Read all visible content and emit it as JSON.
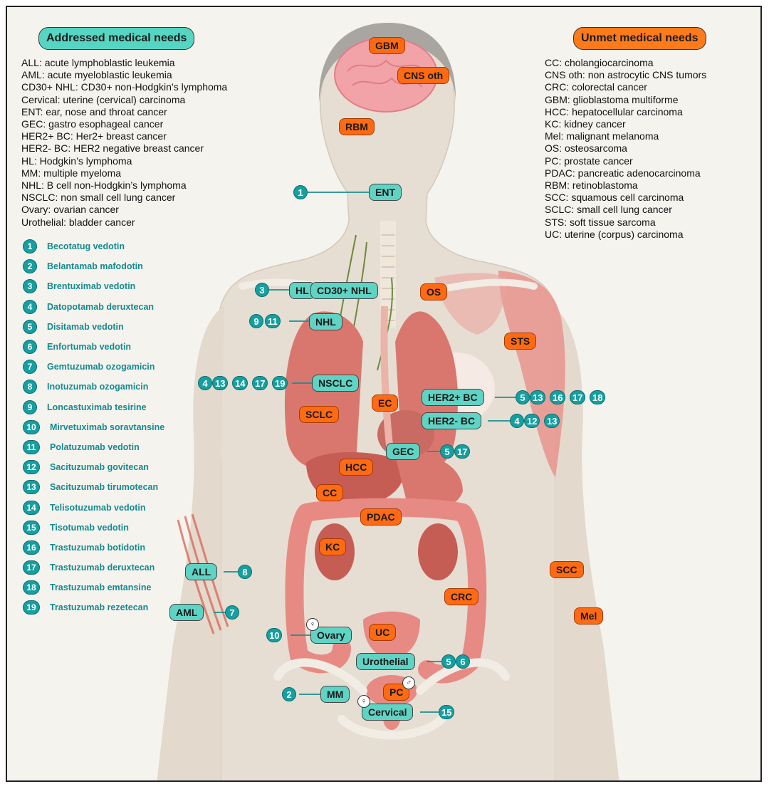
{
  "headers": {
    "addressed": "Addressed medical needs",
    "unmet": "Unmet medical needs"
  },
  "addressed_abbreviations": [
    "ALL: acute lymphoblastic leukemia",
    "AML: acute myeloblastic leukemia",
    "CD30+ NHL: CD30+ non-Hodgkin’s lymphoma",
    "Cervical: uterine (cervical) carcinoma",
    "ENT: ear, nose and throat cancer",
    "GEC: gastro esophageal cancer",
    "HER2+ BC: Her2+ breast cancer",
    "HER2- BC: HER2 negative breast cancer",
    "HL: Hodgkin’s lymphoma",
    "MM: multiple myeloma",
    "NHL: B cell non-Hodgkin’s lymphoma",
    "NSCLC: non small cell lung cancer",
    "Ovary: ovarian cancer",
    "Urothelial: bladder cancer"
  ],
  "unmet_abbreviations": [
    "CC: cholangiocarcinoma",
    "CNS oth: non astrocytic CNS tumors",
    "CRC: colorectal cancer",
    "GBM: glioblastoma multiforme",
    "HCC: hepatocellular carcinoma",
    "KC: kidney cancer",
    "Mel: malignant melanoma",
    "OS: osteosarcoma",
    "PC: prostate cancer",
    "PDAC: pancreatic adenocarcinoma",
    "RBM: retinoblastoma",
    "SCC: squamous cell carcinoma",
    "SCLC: small cell lung cancer",
    "STS: soft tissue sarcoma",
    "UC: uterine (corpus) carcinoma"
  ],
  "drugs": [
    {
      "num": "1",
      "name": "Becotatug vedotin"
    },
    {
      "num": "2",
      "name": "Belantamab mafodotin"
    },
    {
      "num": "3",
      "name": "Brentuximab vedotin"
    },
    {
      "num": "4",
      "name": "Datopotamab deruxtecan"
    },
    {
      "num": "5",
      "name": "Disitamab vedotin"
    },
    {
      "num": "6",
      "name": "Enfortumab vedotin"
    },
    {
      "num": "7",
      "name": "Gemtuzumab ozogamicin"
    },
    {
      "num": "8",
      "name": "Inotuzumab ozogamicin"
    },
    {
      "num": "9",
      "name": "Loncastuximab tesirine"
    },
    {
      "num": "10",
      "name": "Mirvetuximab soravtansine"
    },
    {
      "num": "11",
      "name": "Polatuzumab vedotin"
    },
    {
      "num": "12",
      "name": "Sacituzumab govitecan"
    },
    {
      "num": "13",
      "name": "Sacituzumab tirumotecan"
    },
    {
      "num": "14",
      "name": "Telisotuzumab vedotin"
    },
    {
      "num": "15",
      "name": "Tisotumab vedotin"
    },
    {
      "num": "16",
      "name": "Trastuzumab botidotin"
    },
    {
      "num": "17",
      "name": "Trastuzumab deruxtecan"
    },
    {
      "num": "18",
      "name": "Trastuzumab emtansine"
    },
    {
      "num": "19",
      "name": "Trastuzumab rezetecan"
    }
  ],
  "unmet_labels": {
    "gbm": "GBM",
    "cns": "CNS oth",
    "rbm": "RBM",
    "os": "OS",
    "sts": "STS",
    "sclc": "SCLC",
    "ec": "EC",
    "hcc": "HCC",
    "cc": "CC",
    "pdac": "PDAC",
    "kc": "KC",
    "crc": "CRC",
    "uc": "UC",
    "pc": "PC",
    "scc": "SCC",
    "mel": "Mel"
  },
  "addressed_labels": {
    "ent": {
      "label": "ENT",
      "drugs": [
        "1"
      ]
    },
    "hl": {
      "label": "HL",
      "drugs": [
        "3"
      ]
    },
    "cd30": {
      "label": "CD30+ NHL",
      "drugs": []
    },
    "nhl": {
      "label": "NHL",
      "drugs": [
        "9",
        "11"
      ]
    },
    "nsclc": {
      "label": "NSCLC",
      "drugs": [
        "4",
        "13",
        "14",
        "17",
        "19"
      ]
    },
    "her2p": {
      "label": "HER2+ BC",
      "drugs": [
        "5",
        "13",
        "16",
        "17",
        "18"
      ]
    },
    "her2n": {
      "label": "HER2- BC",
      "drugs": [
        "4",
        "12",
        "13"
      ]
    },
    "gec": {
      "label": "GEC",
      "drugs": [
        "5",
        "17"
      ]
    },
    "all": {
      "label": "ALL",
      "drugs": [
        "8"
      ]
    },
    "aml": {
      "label": "AML",
      "drugs": [
        "7"
      ]
    },
    "ovary": {
      "label": "Ovary",
      "drugs": [
        "10"
      ]
    },
    "urothelial": {
      "label": "Urothelial",
      "drugs": [
        "5",
        "6"
      ]
    },
    "mm": {
      "label": "MM",
      "drugs": [
        "2"
      ]
    },
    "cervical": {
      "label": "Cervical",
      "drugs": [
        "15"
      ]
    }
  },
  "sex_symbols": {
    "female": "♀",
    "male": "♂"
  },
  "colors": {
    "teal_label": "#5fd4c4",
    "drug_number": "#159fa1",
    "drug_text": "#158a8e",
    "unmet_label": "#ff6a12",
    "body": "#e6ded3",
    "organ": "#dd7f76"
  }
}
